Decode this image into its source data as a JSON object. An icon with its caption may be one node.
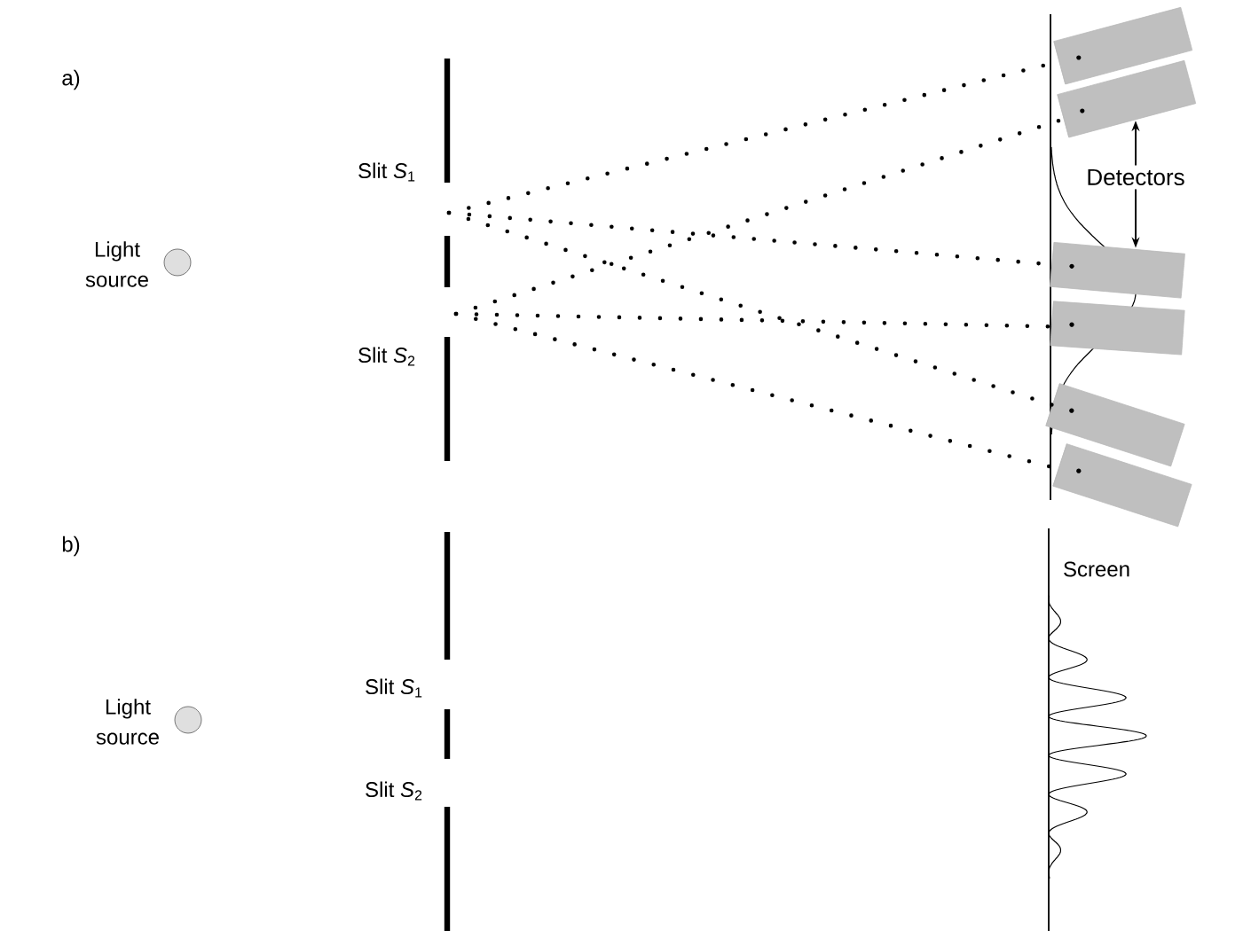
{
  "diagram": {
    "nodes": [
      {
        "text": [],
        "shape": "circle",
        "beside": [
          "Light source"
        ]
      },
      {
        "text": [],
        "shape": "cylinder"
      },
      {
        "text": [],
        "shape": "cylinder"
      },
      {
        "text": [],
        "shape": "cylinder"
      },
      {
        "text": [],
        "shape": "cylinder"
      },
      {
        "text": [],
        "shape": "cylinder"
      },
      {
        "text": [],
        "shape": "cylinder"
      },
      {
        "text": [
          "Detectors"
        ]
      },
      {
        "text": [],
        "shape": "circle",
        "beside": [
          "Light source"
        ]
      }
    ],
    "edges": [
      {
        "from": null,
        "to": 1,
        "arrow": "none",
        "style": "dashed"
      },
      {
        "from": null,
        "to": 2,
        "arrow": "none",
        "style": "dashed"
      },
      {
        "from": null,
        "to": 3,
        "arrow": "none",
        "style": "dashed"
      },
      {
        "from": null,
        "to": 4,
        "arrow": "none",
        "style": "dashed"
      },
      {
        "from": null,
        "to": 5,
        "arrow": "none",
        "style": "dashed"
      },
      {
        "from": null,
        "to": 6,
        "arrow": "none",
        "style": "dashed"
      },
      {
        "from": 7,
        "to": 2,
        "arrow": "to"
      },
      {
        "from": 7,
        "to": 3,
        "arrow": "to"
      }
    ],
    "labels": [
      "a)",
      "Slit *S*$_{1}$",
      "Slit *S*$_{2}$",
      "b)",
      "Screen",
      "Slit *S*$_{1}$",
      "Slit *S*$_{2}$"
    ]
  }
}
